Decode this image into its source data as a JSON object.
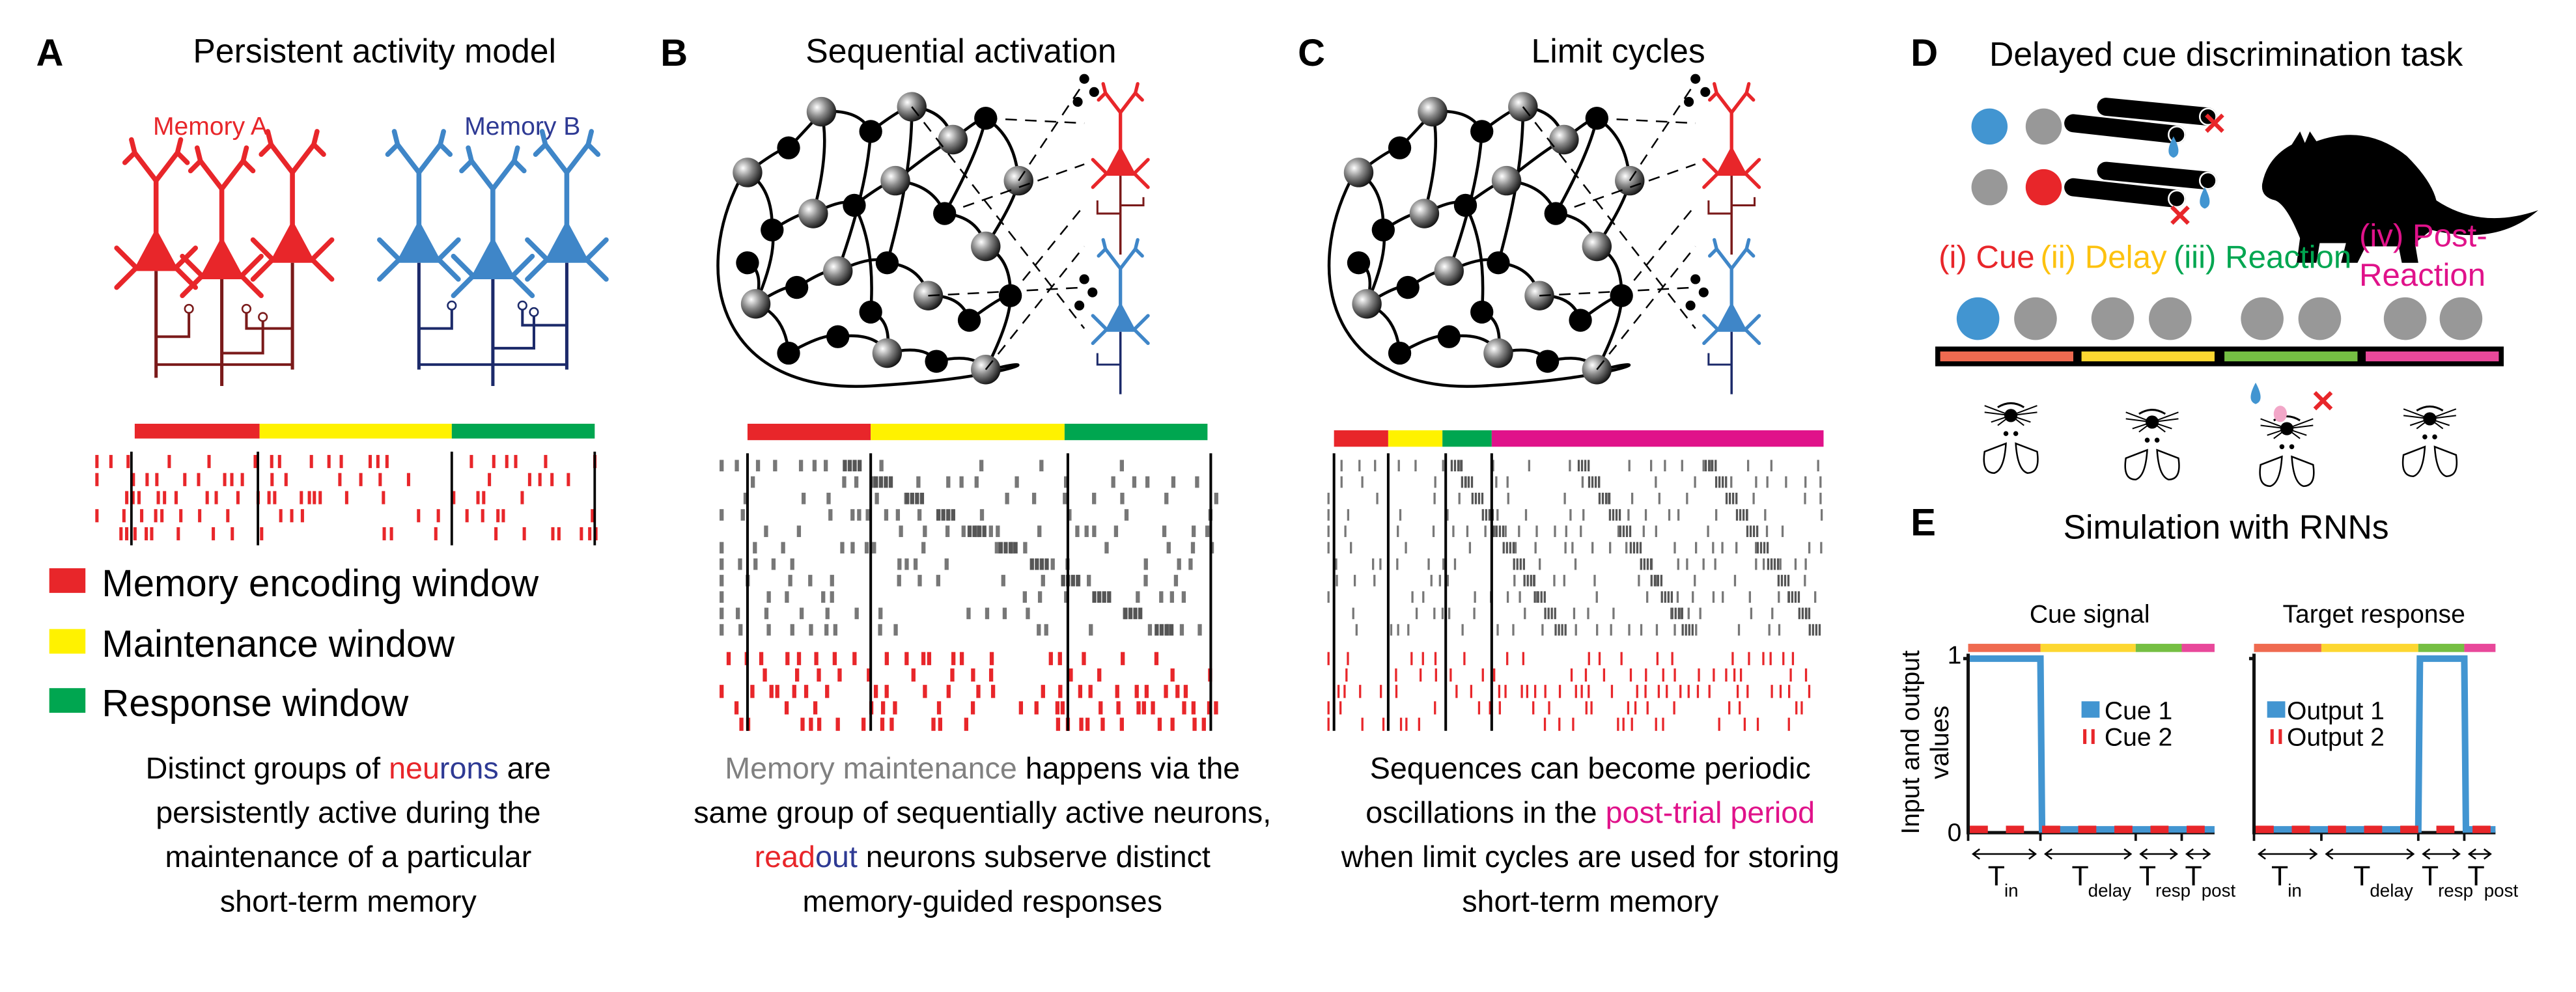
{
  "colors": {
    "red": "#e8262a",
    "blue": "#2e3a94",
    "neuron_blue": "#3f86c8",
    "yellow": "#fff200",
    "green": "#00a650",
    "magenta": "#e0128a",
    "gray": "#808080",
    "task_cue": "#ef6a50",
    "task_delay": "#fdd731",
    "task_reaction": "#75bf43",
    "task_post": "#e8489a",
    "signal_blue": "#4295d1"
  },
  "panels": {
    "A": {
      "label": "A",
      "title": "Persistent activity model",
      "memory_a": "Memory A",
      "memory_b": "Memory B",
      "legend": [
        {
          "label": "Memory encoding window",
          "color": "#e8262a"
        },
        {
          "label": "Maintenance window",
          "color": "#fff200"
        },
        {
          "label": "Response window",
          "color": "#00a650"
        }
      ],
      "caption": {
        "l1a": "Distinct groups of ",
        "l1b": "neu",
        "l1c": "rons",
        "l1d": " are",
        "l2": "persistently active during the",
        "l3": "maintenance of a particular",
        "l4": "short-term memory"
      }
    },
    "B": {
      "label": "B",
      "title": "Sequential activation",
      "caption": {
        "l1a": "Memory maintenance",
        "l1b": " happens via the",
        "l2": "same group of sequentially active neurons,",
        "l3a": "read",
        "l3b": "out",
        "l3c": " neurons subserve distinct",
        "l4": "memory-guided responses"
      }
    },
    "C": {
      "label": "C",
      "title": "Limit cycles",
      "caption": {
        "l1": "Sequences can become periodic",
        "l2a": "oscillations in the ",
        "l2b": "post-trial period",
        "l3": "when limit cycles are used for storing",
        "l4": "short-term memory"
      }
    },
    "D": {
      "label": "D",
      "title": "Delayed cue discrimination task",
      "phases": [
        {
          "label": "(i) Cue",
          "color": "#e8262a"
        },
        {
          "label": "(ii) Delay",
          "color": "#fdc20f"
        },
        {
          "label": "(iii) Reaction",
          "color": "#00a650"
        },
        {
          "label": "(iv) Post-",
          "label2": "Reaction",
          "color": "#e0128a"
        }
      ]
    },
    "E": {
      "label": "E",
      "title": "Simulation with RNNs",
      "ylabel_line1": "Input and output",
      "ylabel_line2": "values",
      "tick_1": "1",
      "tick_0": "0",
      "time_symbol": "T",
      "time_subscripts": [
        "in",
        "delay",
        "resp",
        "post"
      ]
    }
  },
  "chart_data": [
    {
      "type": "line",
      "title": "Cue signal",
      "categories": [
        "in",
        "delay",
        "resp",
        "post"
      ],
      "ylim": [
        0,
        1
      ],
      "series": [
        {
          "name": "Cue 1",
          "values": [
            1,
            0,
            0,
            0
          ],
          "color": "#4295d1"
        },
        {
          "name": "Cue 2",
          "values": [
            0,
            0,
            0,
            0
          ],
          "color": "#e8262a"
        }
      ]
    },
    {
      "type": "line",
      "title": "Target response",
      "categories": [
        "in",
        "delay",
        "resp",
        "post"
      ],
      "ylim": [
        0,
        1
      ],
      "series": [
        {
          "name": "Output 1",
          "values": [
            0,
            0,
            1,
            0
          ],
          "color": "#4295d1"
        },
        {
          "name": "Output 2",
          "values": [
            0,
            0,
            0,
            0
          ],
          "color": "#e8262a"
        }
      ]
    }
  ]
}
